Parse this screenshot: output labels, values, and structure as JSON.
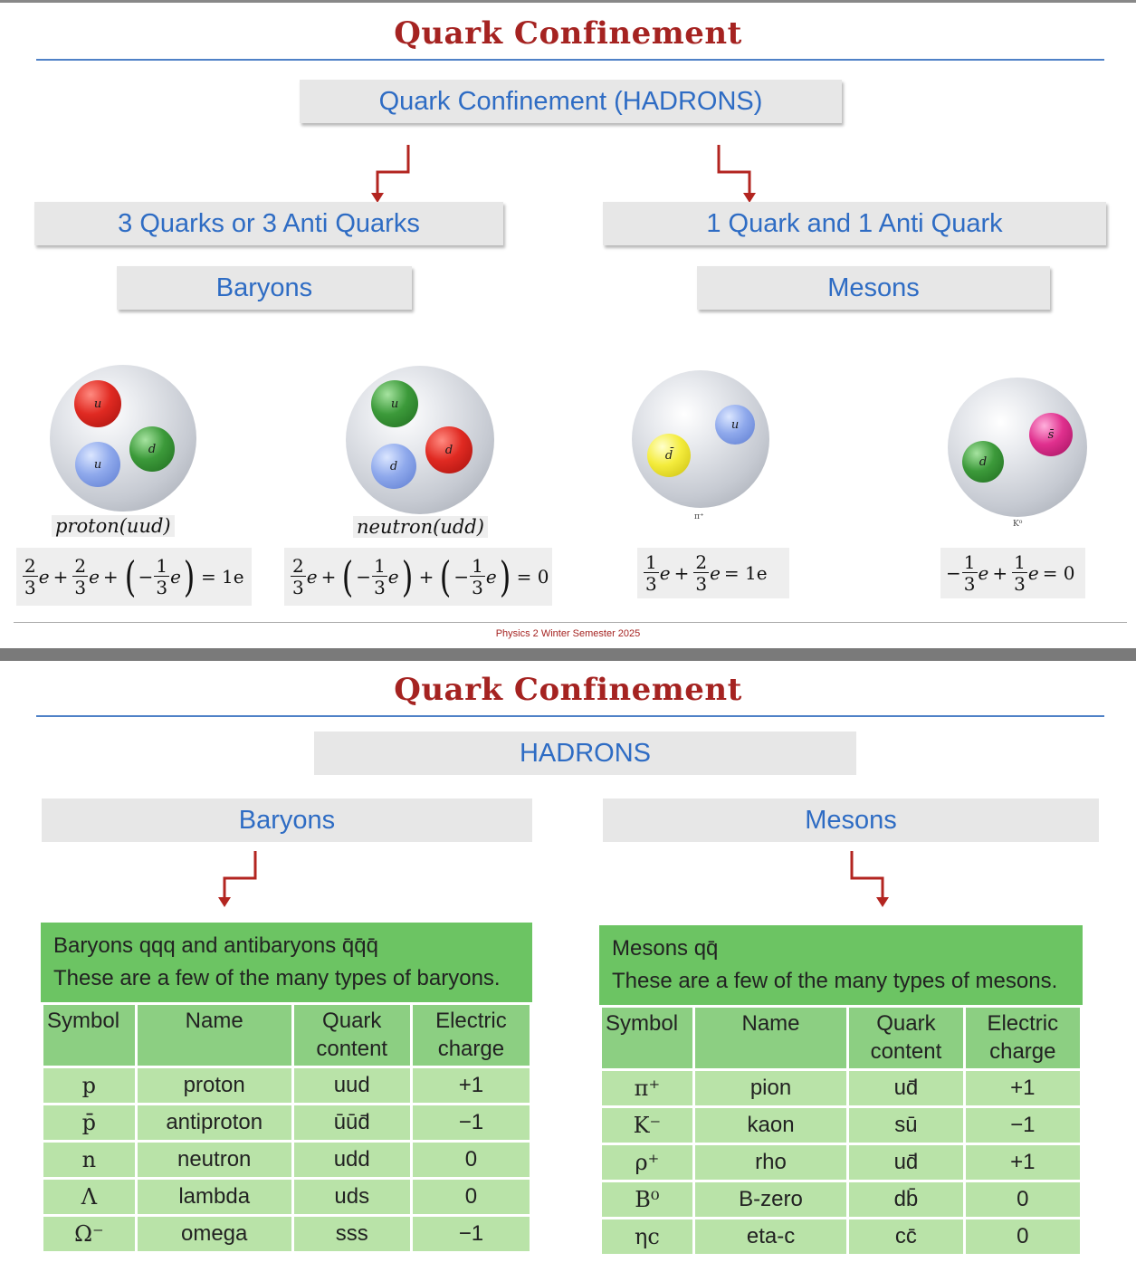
{
  "slide1": {
    "title": "Quark Confinement",
    "top_box": "Quark Confinement (HADRONS)",
    "left_box": "3 Quarks or 3 Anti Quarks",
    "right_box": "1 Quark and 1 Anti Quark",
    "left_group": "Baryons",
    "right_group": "Mesons",
    "particles": [
      {
        "label": "proton(uud)",
        "quarks": [
          "u",
          "d",
          "u"
        ],
        "colors": [
          "#e02a22",
          "#3c9a3a",
          "#8fa9ec"
        ]
      },
      {
        "label": "neutron(udd)",
        "quarks": [
          "u",
          "d",
          "d"
        ],
        "colors": [
          "#3c9a3a",
          "#e02a22",
          "#8fa9ec"
        ]
      },
      {
        "label": "π⁺",
        "quarks": [
          "u",
          "d̄"
        ],
        "colors": [
          "#8fa9ec",
          "#f4ec3c"
        ]
      },
      {
        "label": "K⁰",
        "quarks": [
          "s̄",
          "d"
        ],
        "colors": [
          "#e0308e",
          "#3c9a3a"
        ]
      }
    ],
    "equations": {
      "proton": {
        "result": "= 1e"
      },
      "neutron": {
        "result": "= 0"
      },
      "pion": {
        "result": "= 1e"
      },
      "kaon": {
        "result": "= 0"
      }
    },
    "footer": "Physics 2 Winter Semester 2025"
  },
  "slide2": {
    "title": "Quark Confinement",
    "top_box": "HADRONS",
    "left_group": "Baryons",
    "right_group": "Mesons",
    "baryon_table": {
      "title_line1": "Baryons qqq and antibaryons q̄q̄q̄",
      "title_line2": "These are a few of the many types of baryons.",
      "headers": [
        "Symbol",
        "Name",
        "Quark content",
        "Electric charge"
      ],
      "rows": [
        [
          "p",
          "proton",
          "uud",
          "+1"
        ],
        [
          "p̄",
          "antiproton",
          "ūūd̄",
          "−1"
        ],
        [
          "n",
          "neutron",
          "udd",
          "0"
        ],
        [
          "Λ",
          "lambda",
          "uds",
          "0"
        ],
        [
          "Ω⁻",
          "omega",
          "sss",
          "−1"
        ]
      ]
    },
    "meson_table": {
      "title_line1": "Mesons qq̄",
      "title_line2": "These are a few of the many types of mesons.",
      "headers": [
        "Symbol",
        "Name",
        "Quark content",
        "Electric charge"
      ],
      "rows": [
        [
          "π⁺",
          "pion",
          "ud̄",
          "+1"
        ],
        [
          "K⁻",
          "kaon",
          "sū",
          "−1"
        ],
        [
          "ρ⁺",
          "rho",
          "ud̄",
          "+1"
        ],
        [
          "B⁰",
          "B-zero",
          "db̄",
          "0"
        ],
        [
          "ηc",
          "eta-c",
          "cc̄",
          "0"
        ]
      ]
    }
  },
  "colors": {
    "title": "#a52321",
    "box_text": "#2e6cc4",
    "box_bg": "#e7e7e7",
    "arrow": "#b32520",
    "table_title_bg": "#6cc463",
    "table_header_bg": "#8ccf82",
    "table_cell_bg": "#b9e3a8"
  }
}
